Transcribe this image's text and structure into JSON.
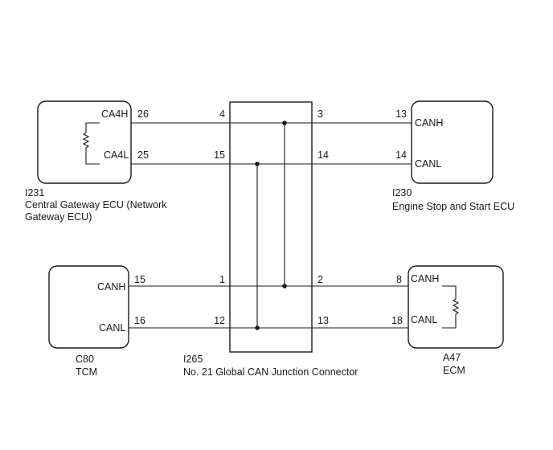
{
  "components": {
    "gateway": {
      "code": "I231",
      "name_line1": "Central Gateway ECU (Network",
      "name_line2": "Gateway ECU)",
      "pin_hi_label": "CA4H",
      "pin_lo_label": "CA4L",
      "pin_hi_num": "26",
      "pin_lo_num": "25"
    },
    "stop_start": {
      "code": "I230",
      "name": "Engine Stop and Start ECU",
      "pin_hi_label": "CANH",
      "pin_lo_label": "CANL",
      "pin_hi_num": "13",
      "pin_lo_num": "14"
    },
    "tcm": {
      "code": "C80",
      "name": "TCM",
      "pin_hi_label": "CANH",
      "pin_lo_label": "CANL",
      "pin_hi_num": "15",
      "pin_lo_num": "16"
    },
    "ecm": {
      "code": "A47",
      "name": "ECM",
      "pin_hi_label": "CANH",
      "pin_lo_label": "CANL",
      "pin_hi_num": "8",
      "pin_lo_num": "18"
    },
    "junction": {
      "code": "I265",
      "name": "No. 21 Global CAN Junction Connector",
      "pin_tl_hi": "4",
      "pin_tl_lo": "15",
      "pin_tr_hi": "3",
      "pin_tr_lo": "14",
      "pin_bl_hi": "1",
      "pin_bl_lo": "12",
      "pin_br_hi": "2",
      "pin_br_lo": "13"
    }
  }
}
